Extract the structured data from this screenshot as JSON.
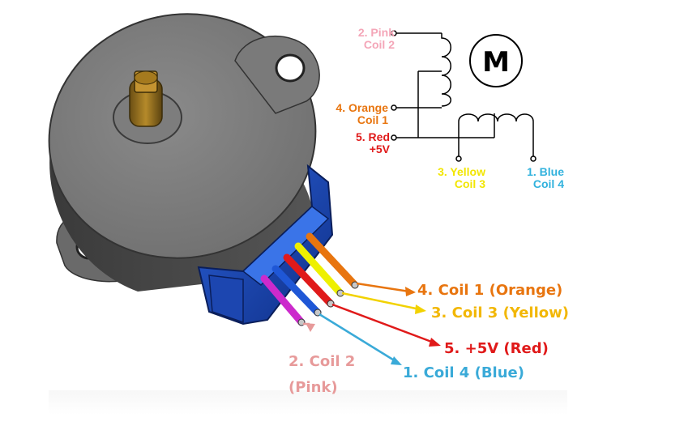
{
  "schematic": {
    "pink": {
      "line1": "2. Pink",
      "line2": "Coil 2",
      "color": "#f4a6b8"
    },
    "orange": {
      "line1": "4. Orange",
      "line2": "Coil 1",
      "color": "#e8750f"
    },
    "red": {
      "line1": "5. Red",
      "line2": "+5V",
      "color": "#e01a1a"
    },
    "yellow": {
      "line1": "3. Yellow",
      "line2": "Coil 3",
      "color": "#f2e600"
    },
    "blue": {
      "line1": "1. Blue",
      "line2": "Coil 4",
      "color": "#31b2dd"
    },
    "motor_symbol": "M"
  },
  "wire_labels": {
    "orange": {
      "text": "4. Coil 1 (Orange)",
      "color": "#e8750f"
    },
    "yellow": {
      "text": "3. Coil 3 (Yellow)",
      "color": "#f2b705"
    },
    "red": {
      "text": "5. +5V (Red)",
      "color": "#e01a1a"
    },
    "blue": {
      "text": "1. Coil 4 (Blue)",
      "color": "#3aaad8"
    },
    "pink": {
      "line1": "2. Coil 2",
      "line2": "(Pink)",
      "color": "#e79a9a"
    }
  }
}
